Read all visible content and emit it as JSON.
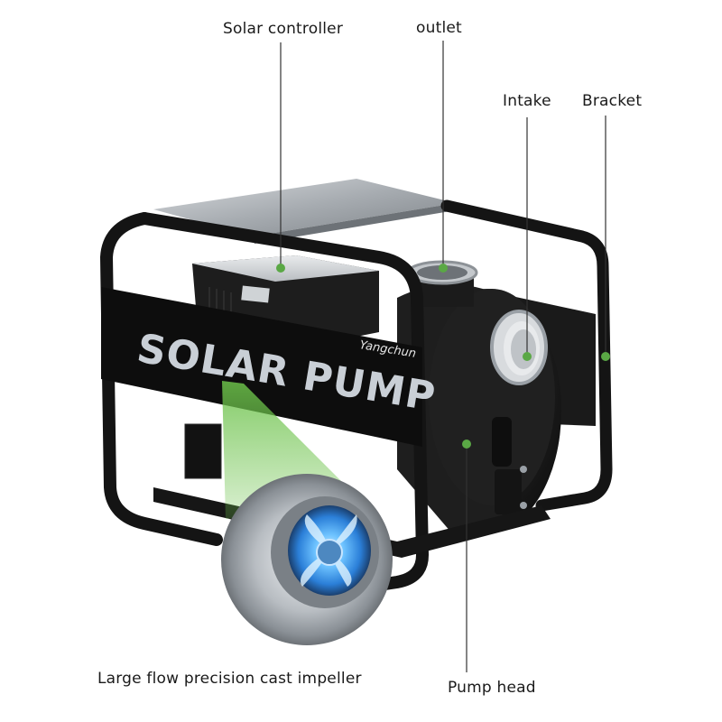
{
  "labels": {
    "solar_controller": "Solar controller",
    "outlet": "outlet",
    "intake": "Intake",
    "bracket": "Bracket",
    "impeller": "Large flow precision cast impeller",
    "pump_head": "Pump head"
  },
  "product": {
    "panel_text": "SOLAR PUMP",
    "brand": "Yangchun"
  },
  "colors": {
    "callout_line": "#333333",
    "callout_dot": "#5aa845",
    "frame": "#141414",
    "body": "#1f1f1f",
    "panel": "#0d0d0d",
    "panel_text": "#c9cfd6",
    "plate": "#9aa0a6",
    "highlight_beam": "#6cc24a",
    "impeller_glow": "#4aa8ff"
  }
}
